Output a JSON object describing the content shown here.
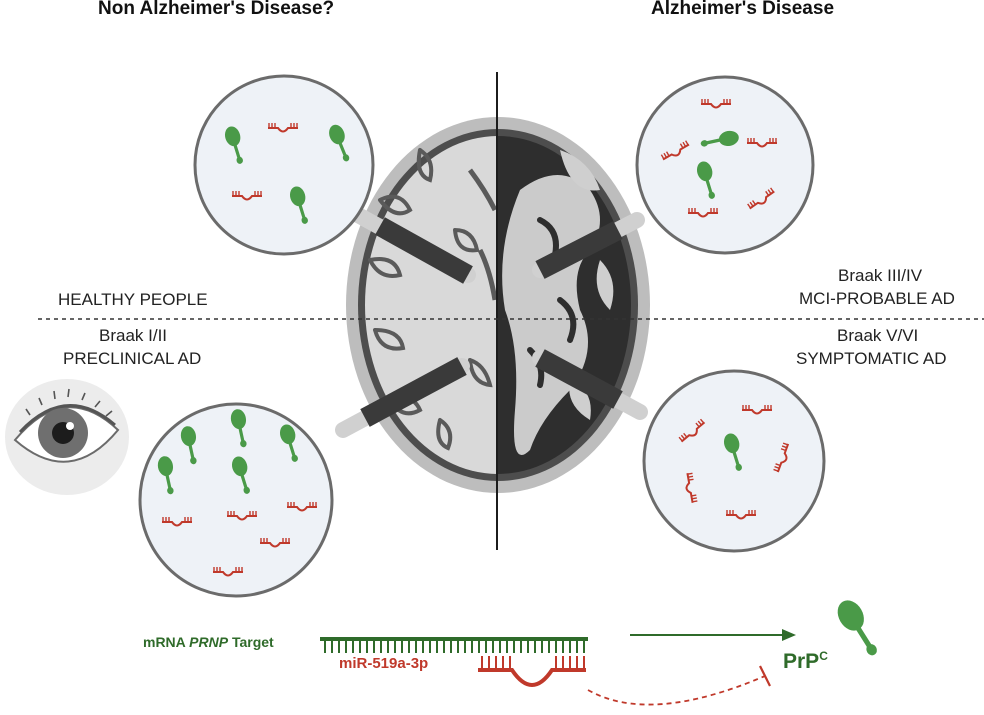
{
  "titles": {
    "left": "Non Alzheimer's Disease?",
    "right": "Alzheimer's Disease"
  },
  "stages": {
    "healthy": "HEALTHY PEOPLE",
    "braak_1_2": "Braak I/II",
    "preclinical": "PRECLINICAL AD",
    "braak_3_4": "Braak III/IV",
    "mci": "MCI-PROBABLE AD",
    "braak_5_6": "Braak V/VI",
    "symptomatic": "SYMPTOMATIC AD"
  },
  "key": {
    "mrna_prefix": "mRNA ",
    "mrna_gene": "PRNP",
    "mrna_suffix": " Target",
    "mirna": "miR-519a-3p",
    "protein": "PrP",
    "protein_sup": "C"
  },
  "colors": {
    "protein_green": "#4a9a48",
    "mirna_red": "#c0392b",
    "mrna_green": "#2f6b2a",
    "dark_brain": "#3a3a3a"
  }
}
